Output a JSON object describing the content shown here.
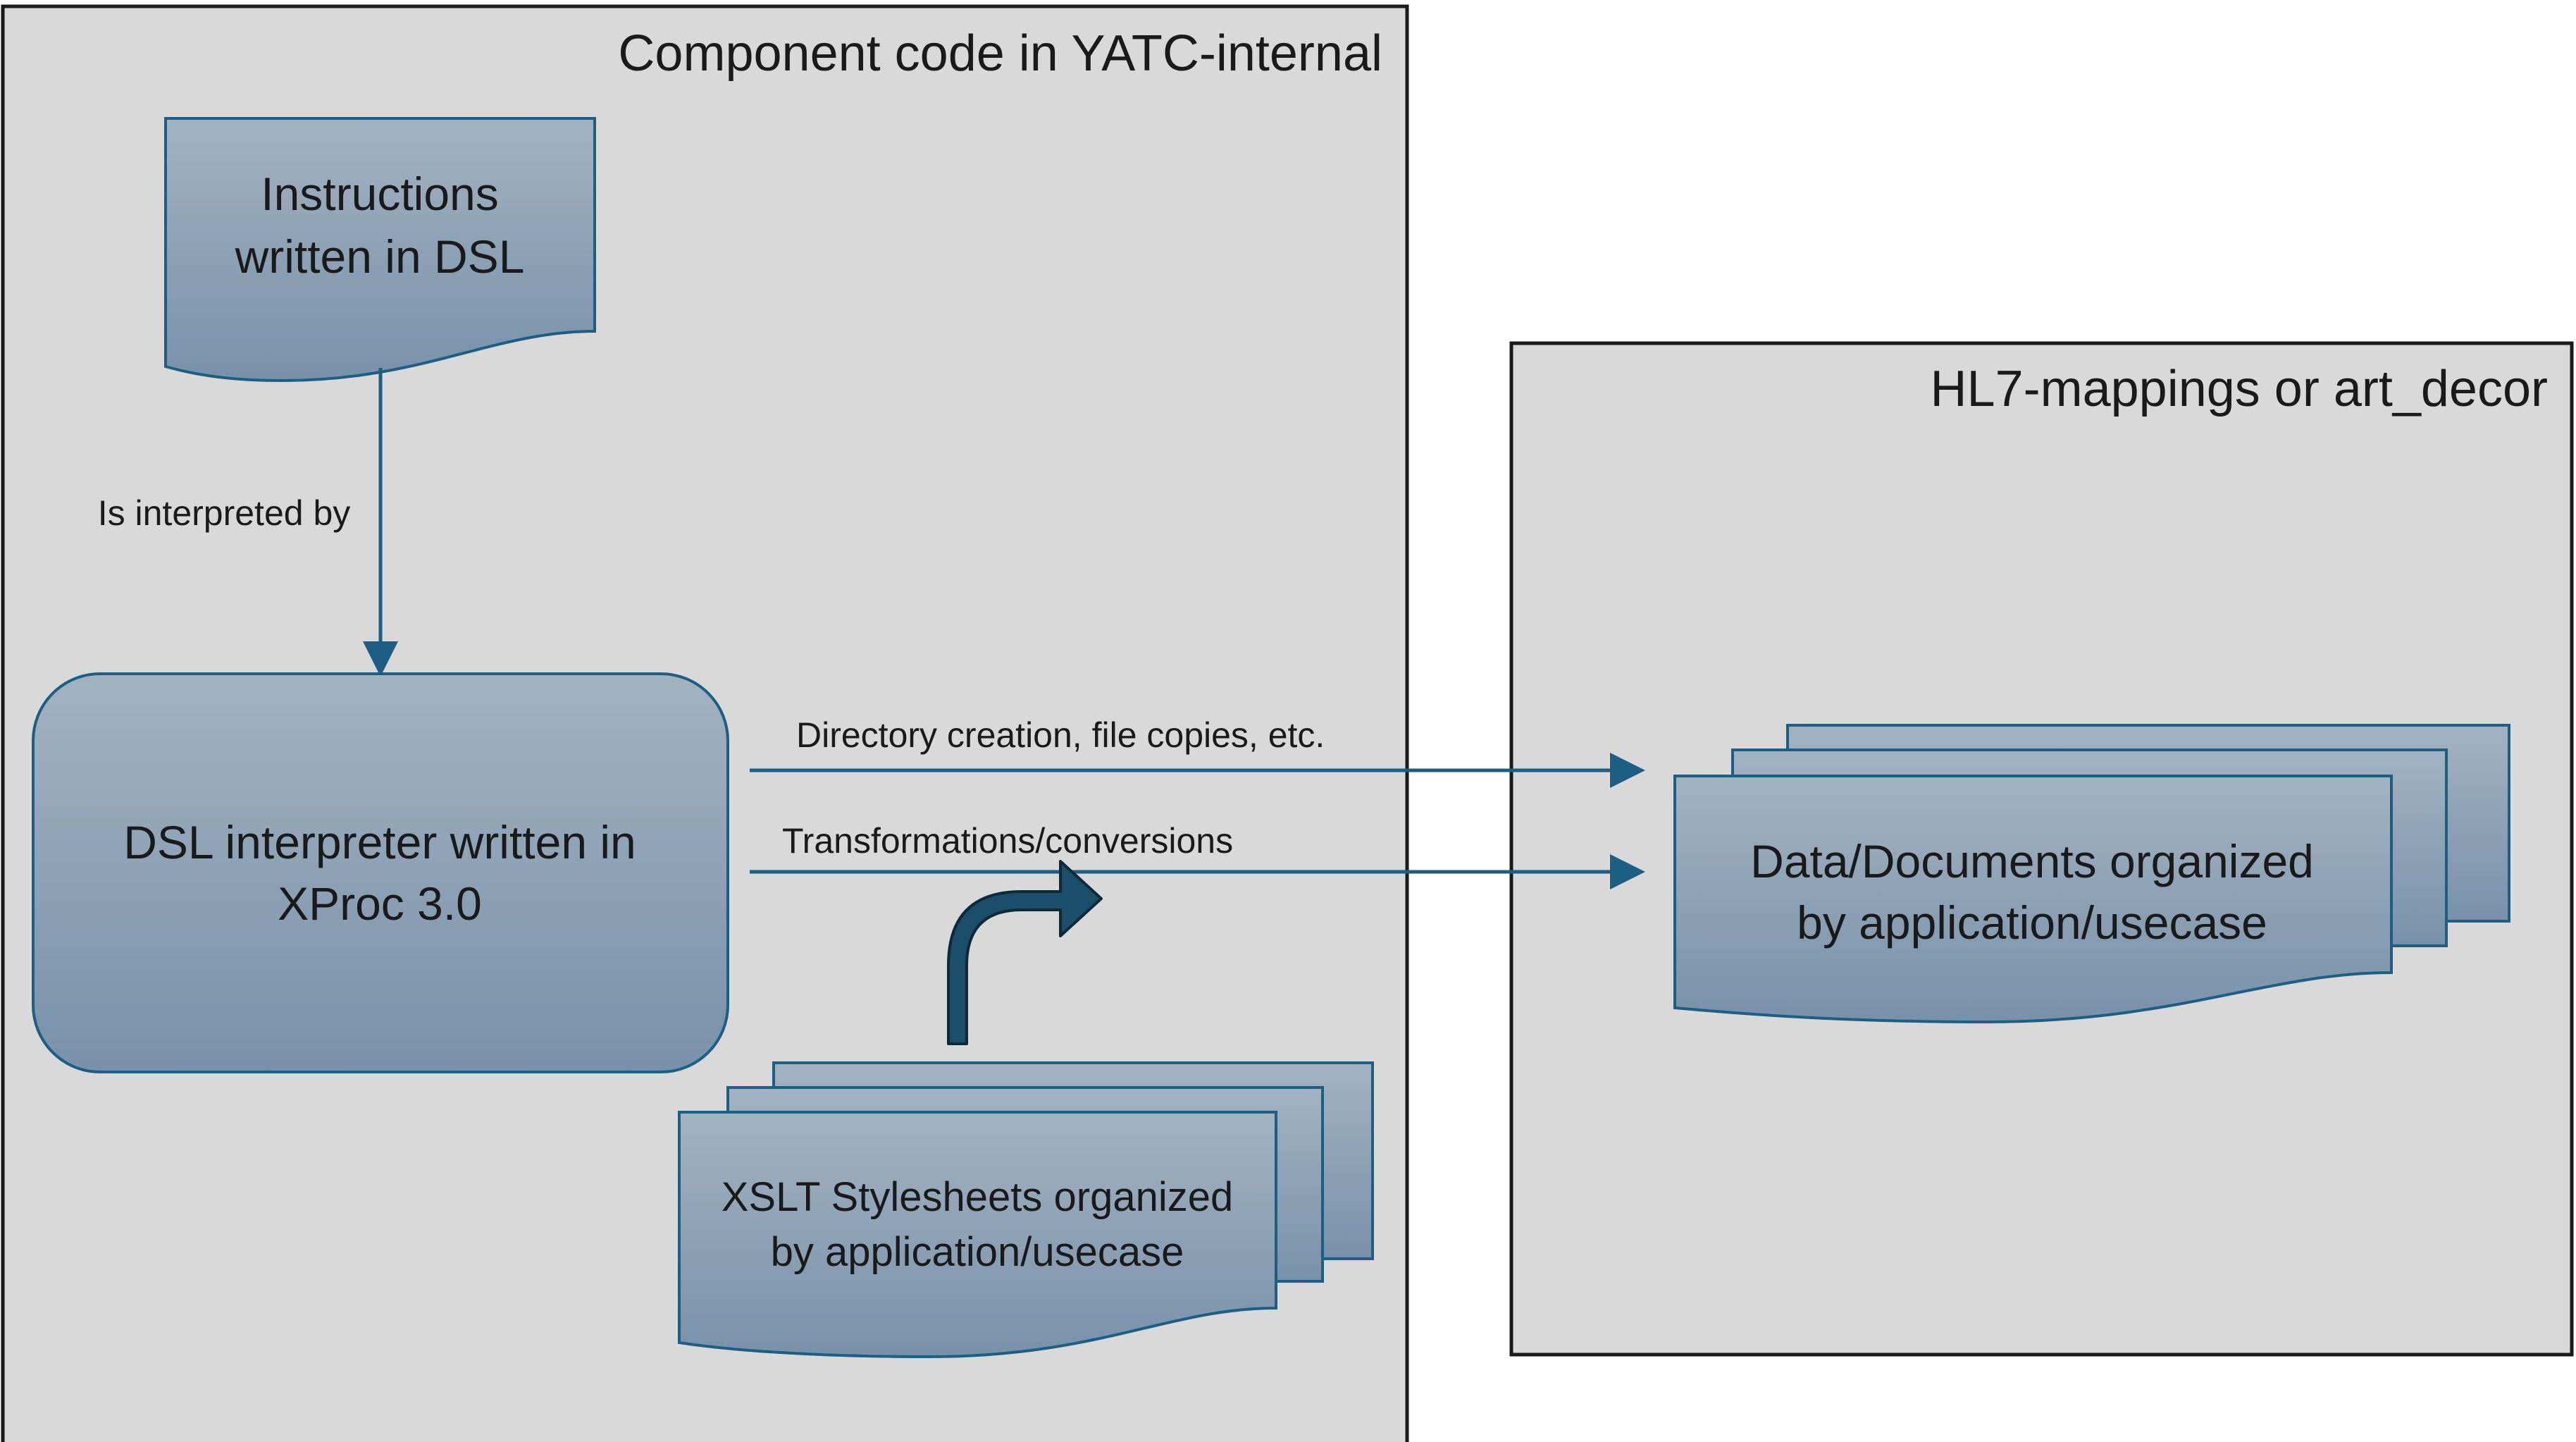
{
  "groups": {
    "yatc": {
      "title": "Component code in YATC-internal"
    },
    "hl7": {
      "title": "HL7-mappings or art_decor"
    }
  },
  "nodes": {
    "instructions": {
      "line1": "Instructions",
      "line2": "written in DSL"
    },
    "interpreter": {
      "line1": "DSL interpreter written in",
      "line2": "XProc 3.0"
    },
    "xslt": {
      "line1": "XSLT Stylesheets organized",
      "line2": "by application/usecase"
    },
    "data": {
      "line1": "Data/Documents organized",
      "line2": "by application/usecase"
    }
  },
  "edges": {
    "interpreted": "Is interpreted by",
    "directory": "Directory creation, file copies, etc.",
    "transform": "Transformations/conversions"
  },
  "colors": {
    "shape_top": "#a3b2c1",
    "shape_bottom": "#7891aa",
    "shape_stroke": "#1d5f84",
    "arrow": "#1d5f84",
    "container_fill": "#d9d9d9",
    "container_stroke": "#1a1a1a",
    "bent_arrow_fill": "#1b4e6a",
    "bent_arrow_stroke": "#0d2a3a"
  }
}
